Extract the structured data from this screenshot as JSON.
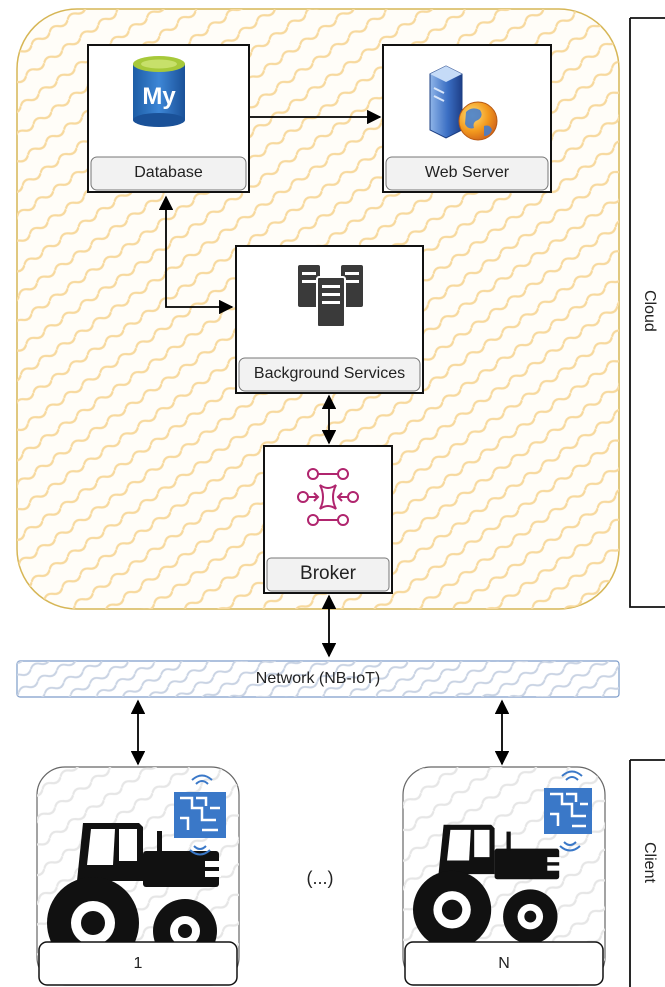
{
  "cloud": {
    "label": "Cloud",
    "database": {
      "label": "Database",
      "icon": "mysql-database-icon"
    },
    "web_server": {
      "label": "Web Server",
      "icon": "web-server-icon"
    },
    "background_services": {
      "label": "Background Services",
      "icon": "server-rack-icon"
    },
    "broker": {
      "label": "Broker",
      "icon": "message-broker-icon"
    }
  },
  "network": {
    "label": "Network (NB-IoT)"
  },
  "client": {
    "label": "Client",
    "ellipsis": "(...)",
    "devices": [
      {
        "label": "1",
        "icon": "tractor-icon",
        "chip_icon": "iot-chip-icon"
      },
      {
        "label": "N",
        "icon": "tractor-icon",
        "chip_icon": "iot-chip-icon"
      }
    ]
  },
  "colors": {
    "cloud_border": "#d6b656",
    "cloud_hatch": "#fbe7c0",
    "network_hatch": "#cfd8e6",
    "broker_accent": "#b0256e",
    "chip_blue": "#3a78c8",
    "mysql_blue": "#1f5fa8",
    "mysql_green": "#a7c93a"
  }
}
